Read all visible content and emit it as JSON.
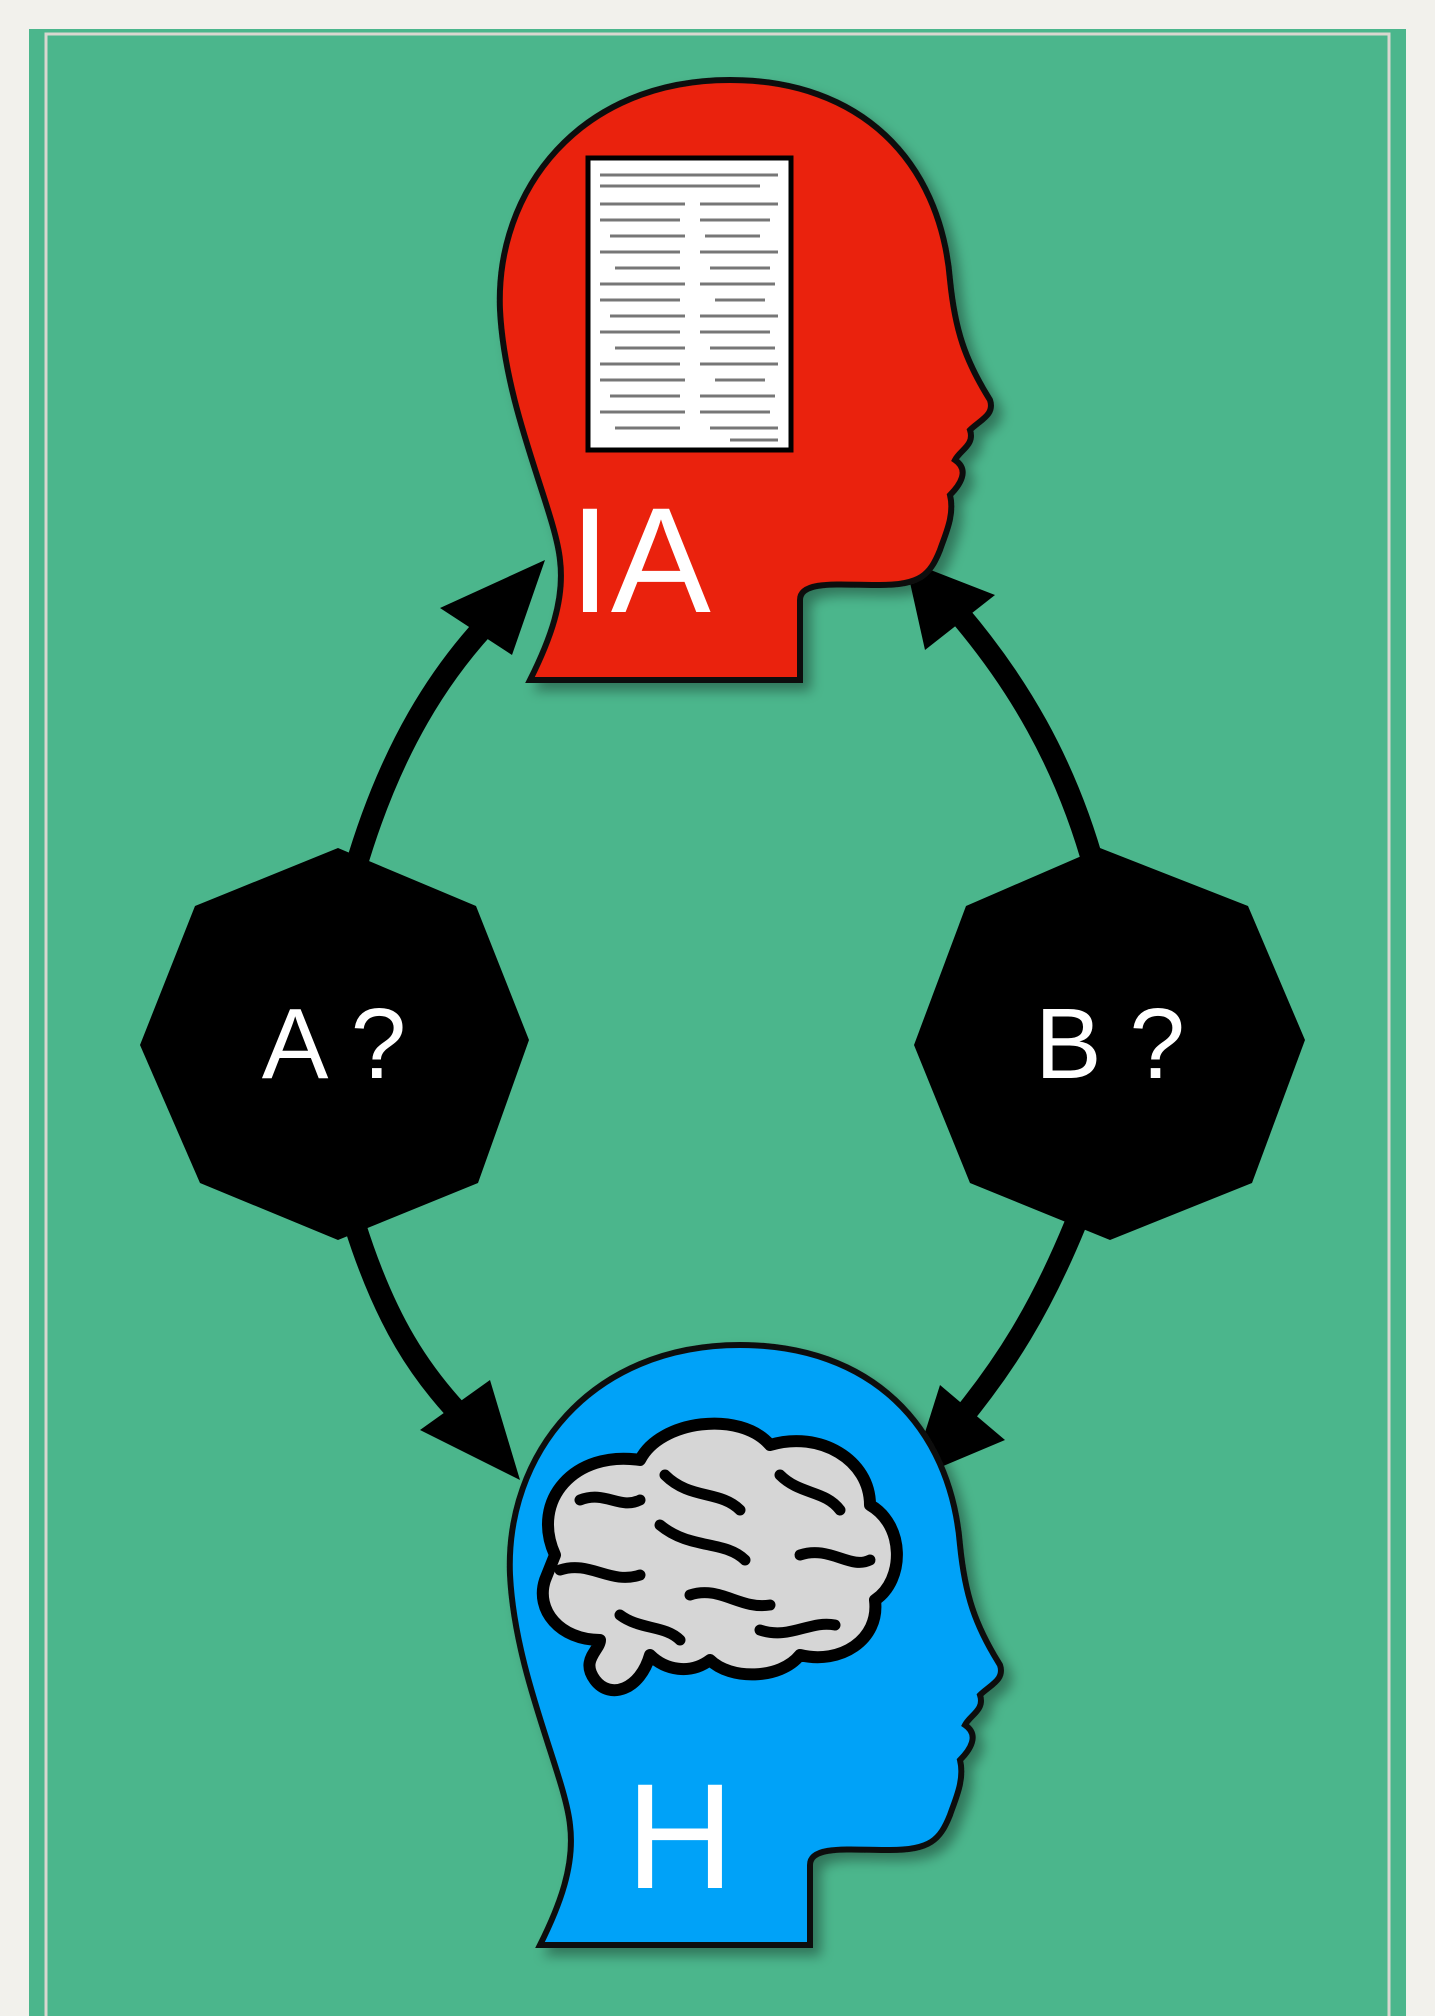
{
  "colors": {
    "background": "#4bb68c",
    "frame": "#f2f1ec",
    "ai_head": "#ea200e",
    "human_head": "#02a2f8",
    "connector": "#000000",
    "brain": "#d6d6d6",
    "label_text": "#ffffff"
  },
  "nodes": {
    "ai": {
      "label": "IA",
      "icon": "head-with-document-icon"
    },
    "human": {
      "label": "H",
      "icon": "head-with-brain-icon"
    },
    "a": {
      "label": "A ?"
    },
    "b": {
      "label": "B ?"
    }
  }
}
